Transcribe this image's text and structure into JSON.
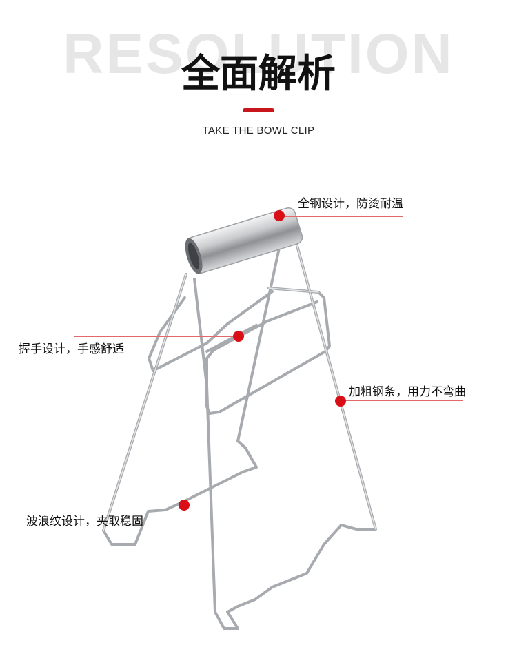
{
  "header": {
    "bg_word": "RESOLUTION",
    "title": "全面解析",
    "subtitle": "TAKE THE BOWL CLIP",
    "accent_color": "#c8161d"
  },
  "callouts": [
    {
      "id": "steel",
      "label": "全钢设计，防烫耐温"
    },
    {
      "id": "grip",
      "label": "握手设计，手感舒适"
    },
    {
      "id": "thick",
      "label": "加粗钢条，用力不弯曲"
    },
    {
      "id": "wave",
      "label": "波浪纹设计，夹取稳固"
    }
  ],
  "colors": {
    "dot": "#d90f18",
    "line": "#e06a6a",
    "steel": "#b9bcc0"
  }
}
